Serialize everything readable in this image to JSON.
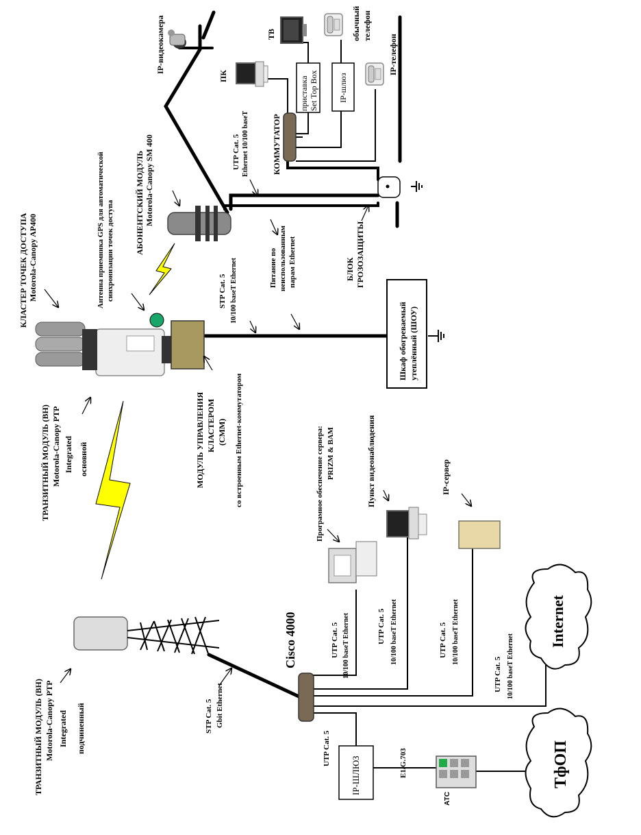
{
  "labels": {
    "ip_camera": "IP-видеокамера",
    "tv": "ТВ",
    "ordinary_phone": "обычный телефон",
    "pc": "ПК",
    "settop": "приставка Set Top Box",
    "ip_gateway_top": "IP-шлюз",
    "ip_phone": "IP-телефон",
    "switch_name": "КОММУТАТОР",
    "switch_cable": "UTP Cat. 5",
    "switch_cable_2": "Ethernet 10/100 baseT",
    "subscriber_module": "АБОНЕНТСКИЙ МОДУЛЬ",
    "subscriber_model": "Motorola-Canopy SM 400",
    "gps_antenna_1": "Антенна приемника GPS для автоматической",
    "gps_antenna_2": "синхронизации точек доступа",
    "ap_cluster": "КЛАСТЕР ТОЧЕК ДОСТУПА",
    "ap_model": "Motorola-Canopy AP400",
    "stp_top_1": "STP Cat. 5",
    "stp_top_2": "10/100 baseT Ethernet",
    "power_1": "Питание по",
    "power_2": "неиспользованным",
    "power_3": "парам Ethernet",
    "surge_1": "БЛОК",
    "surge_2": "ГРОЗОЗАЩИТЫ",
    "cabinet_1": "Шкаф обогреваемый",
    "cabinet_2": "утеплённый (ШОУ)",
    "bh_main_1": "ТРАНЗИТНЫЙ МОДУЛЬ (BH)",
    "bh_main_2": "Motorola-Canopy PTP",
    "bh_main_3": "Integrated",
    "bh_main_4": "основной",
    "cmm_1": "МОДУЛЬ УПРАВЛЕНИЯ",
    "cmm_2": "КЛАСТЕРОМ",
    "cmm_3": "(CMM)",
    "cmm_4": "со встроенным Ethernet-коммутатором",
    "software_1": "Програмное обеспечение сервера:",
    "software_2": "PRIZM & BAM",
    "video_post": "Пункт видеонаблюдения",
    "ip_server": "IP-сервер",
    "cisco": "Cisco 4000",
    "utp_a_1": "UTP Cat. 5",
    "utp_a_2": "10/100 baseT Ethernet",
    "utp_b_1": "UTP Cat. 5",
    "utp_b_2": "10/100 baseT Ethernet",
    "utp_c_1": "UTP Cat. 5",
    "utp_c_2": "10/100 baseT Ethernet",
    "utp_d_1": "UTP Cat. 5",
    "utp_d_2": "10/100 baseT Ethernet",
    "internet": "Internet",
    "bh_sub_1": "ТРАНЗИТНЫЙ МОДУЛЬ (BH)",
    "bh_sub_2": "Motorola-Canopy PTP",
    "bh_sub_3": "Integrated",
    "bh_sub_4": "подчиненный",
    "stp_bottom_1": "STP Cat. 5",
    "stp_bottom_2": "Gbit Ethernet",
    "utp_cisco": "UTP Cat. 5",
    "ip_gateway_bottom": "IP-ШЛЮЗ",
    "e1": "E1/G.703",
    "ats": "АТС",
    "tfop": "ТфОП"
  },
  "colors": {
    "lightning": "#ffff00",
    "gps_ball": "#1aa56a",
    "cmm_box": "#a89a5e",
    "switch_body": "#7a6a55",
    "server": "#e8d8a8",
    "ats_display": "#22aa44"
  }
}
